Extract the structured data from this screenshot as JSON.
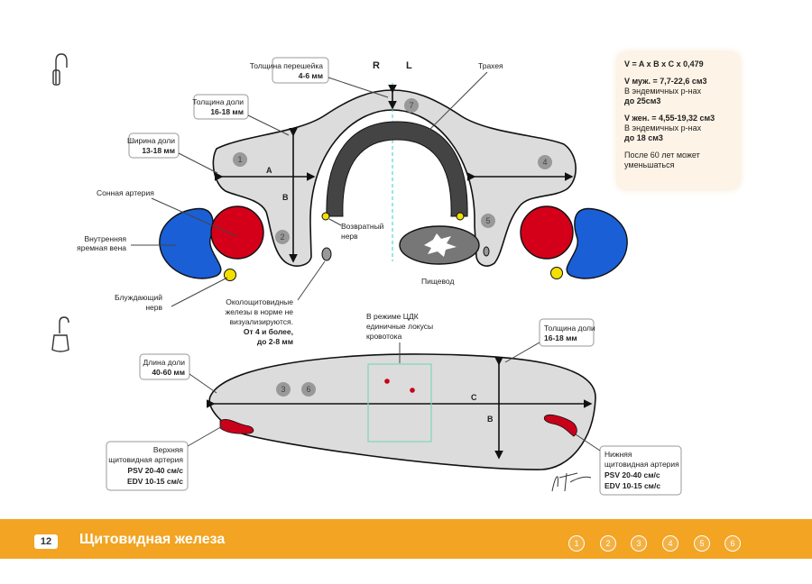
{
  "orientation": {
    "right": "R",
    "left": "L"
  },
  "labels": {
    "isthmus_thickness": {
      "title": "Толщина перешейка",
      "value": "4-6 мм"
    },
    "lobe_thickness_top": {
      "title": "Толщина доли",
      "value": "16-18 мм"
    },
    "lobe_width": {
      "title": "Ширина доли",
      "value": "13-18 мм"
    },
    "trachea": "Трахея",
    "carotid": "Сонная артерия",
    "jugular": [
      "Внутренняя",
      "яремная вена"
    ],
    "vagus": [
      "Блуждающий",
      "нерв"
    ],
    "recurrent": [
      "Возвратный",
      "нерв"
    ],
    "esophagus": "Пищевод",
    "parathyroid": [
      "Околощитовидные",
      "железы в норме не",
      "визуализируются."
    ],
    "parathyroid_bold": [
      "От 4 и более,",
      "до 2-8 мм"
    ],
    "cdk": [
      "В режиме ЦДК",
      "единичные локусы",
      "кровотока"
    ],
    "lobe_thickness_long": {
      "title": "Толщина доли",
      "value": "16-18 мм"
    },
    "lobe_length": {
      "title": "Длина доли",
      "value": "40-60 мм"
    },
    "upper_artery": {
      "title": [
        "Верхняя",
        "щитовидная артерия"
      ],
      "psv": "PSV 20-40 см/с",
      "edv": "EDV 10-15 см/с"
    },
    "lower_artery": {
      "title": [
        "Нижняя",
        "щитовидная артерия"
      ],
      "psv": "PSV 20-40 см/с",
      "edv": "EDV 10-15 см/с"
    }
  },
  "axes": {
    "a": "A",
    "b": "B",
    "c": "C"
  },
  "region_numbers": [
    "1",
    "2",
    "3",
    "4",
    "5",
    "6",
    "7"
  ],
  "volume": {
    "formula": "V = A x B x C x 0,479",
    "male": "V муж. = 7,7-22,6 см3",
    "male_note": "В эндемичных р-нах",
    "male_limit": "до 25см3",
    "female": "V жен. = 4,55-19,32 см3",
    "female_note": "В эндемичных р-нах",
    "female_limit": "до 18 см3",
    "age_note": "После 60 лет может уменьшаться"
  },
  "footer": {
    "page": "12",
    "title": "Щитовидная железа",
    "nav": [
      "1",
      "2",
      "3",
      "4",
      "5",
      "6"
    ]
  },
  "colors": {
    "accent": "#f2a422",
    "artery": "#d4001a",
    "vein": "#1a5fd6",
    "nerve": "#f3e000",
    "gland": "#dcdcdc"
  }
}
